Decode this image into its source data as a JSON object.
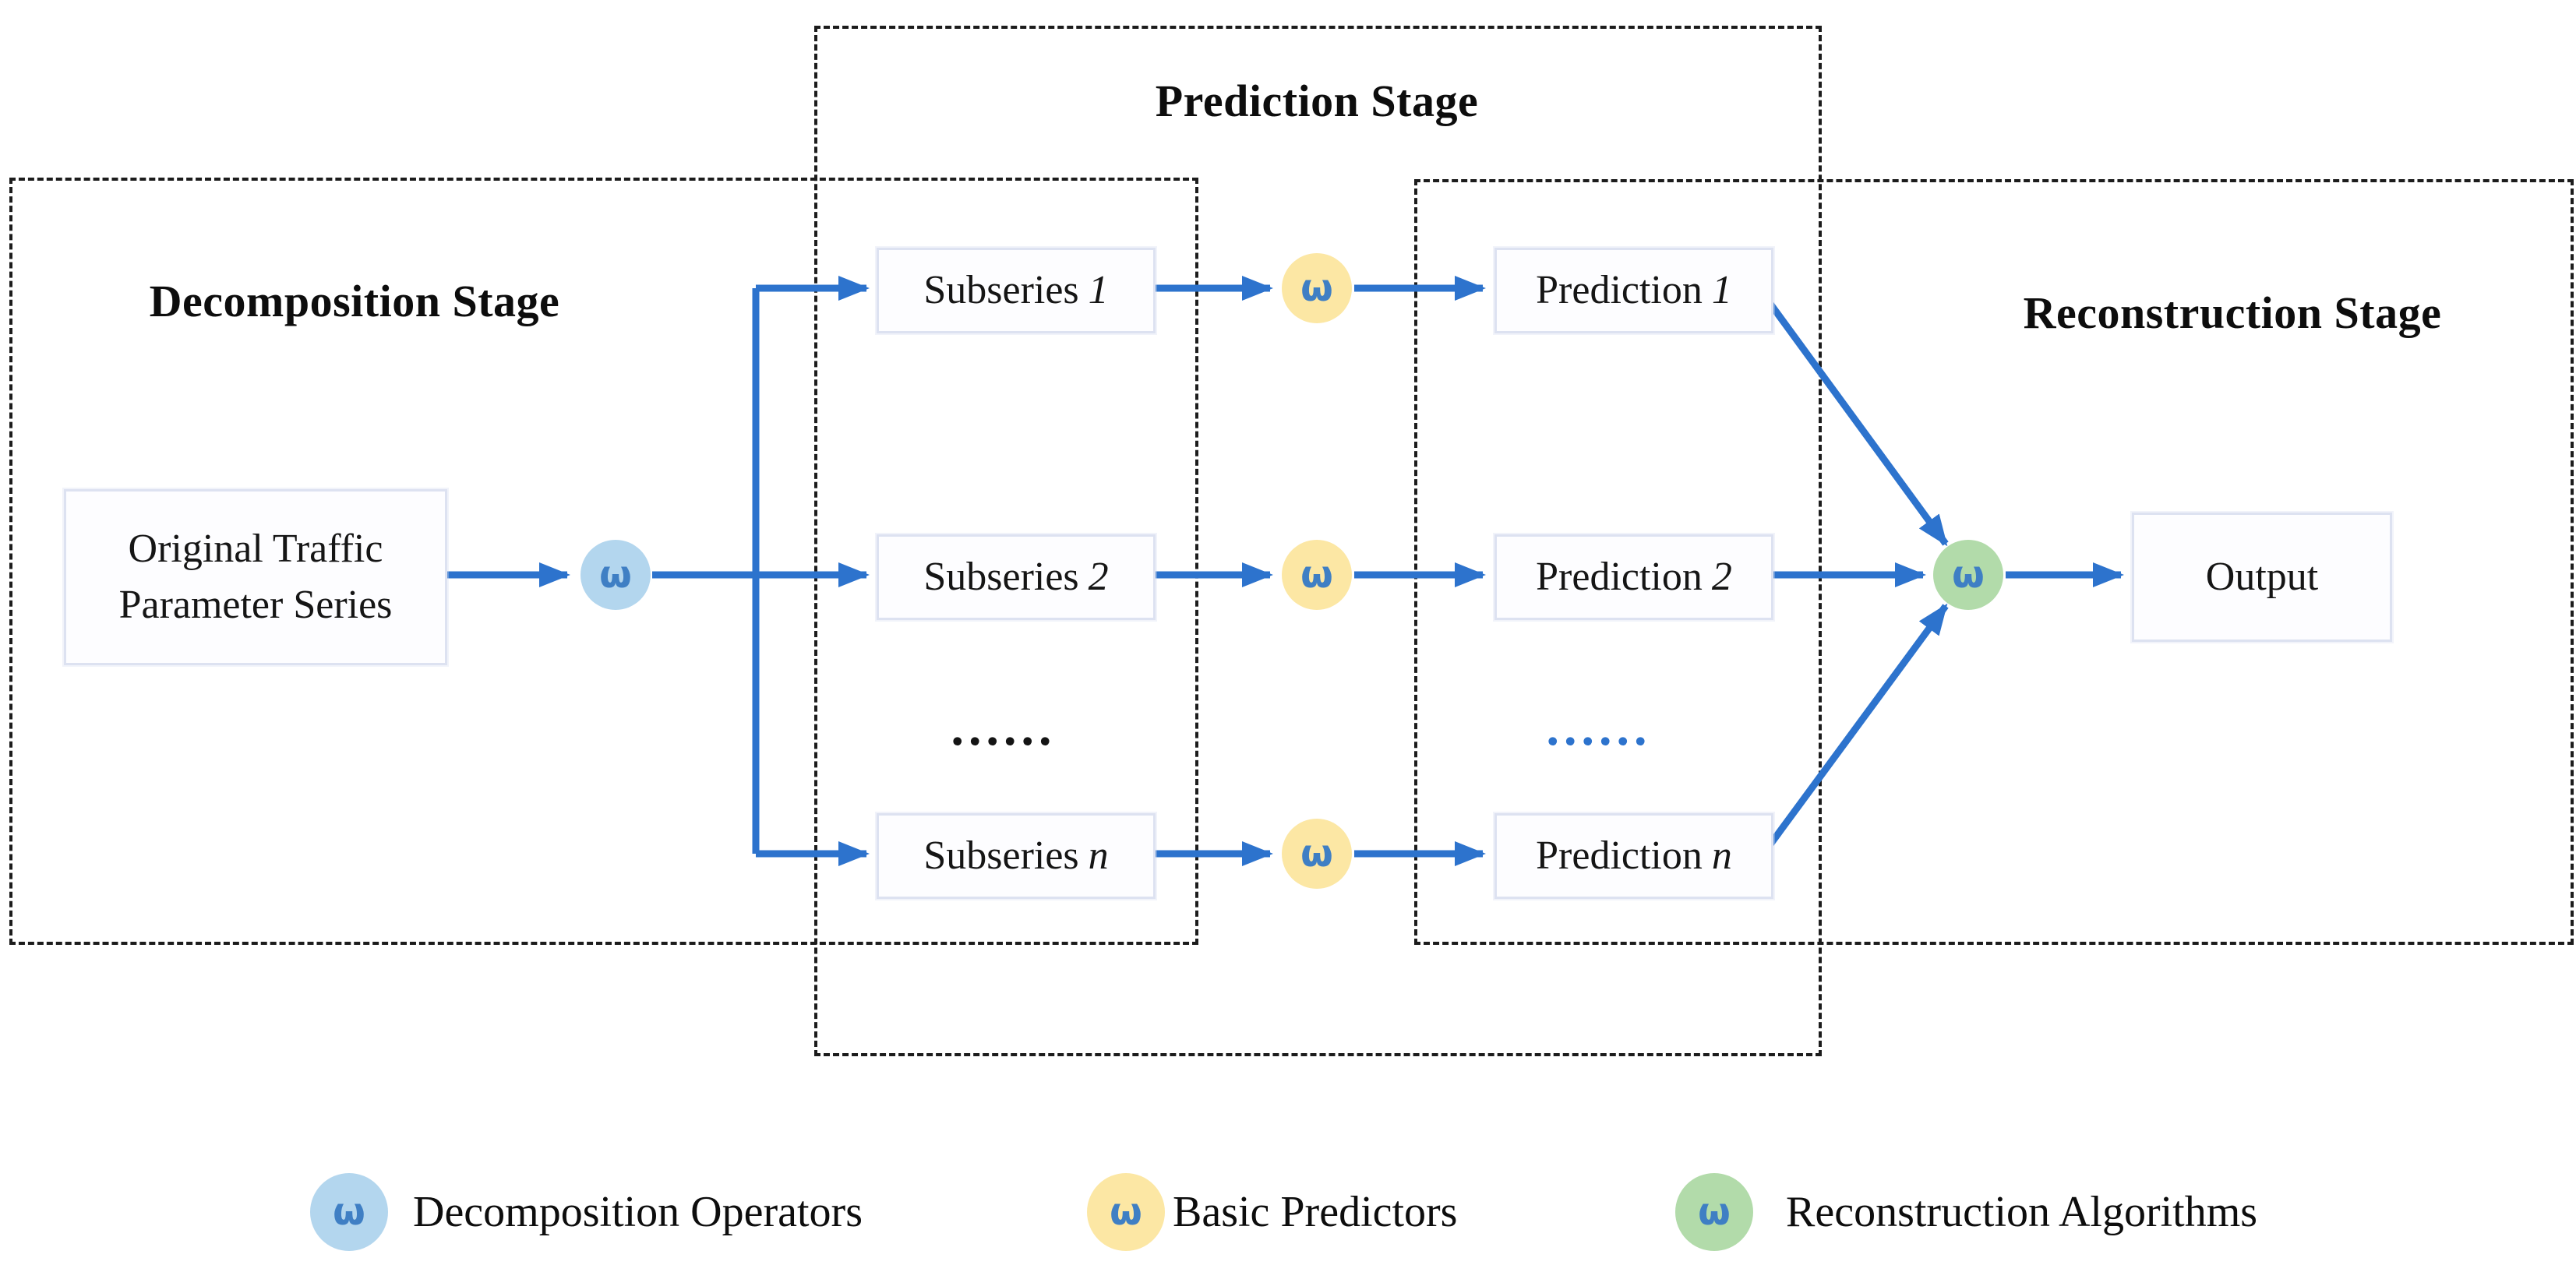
{
  "stages": {
    "decomposition": {
      "title": "Decomposition Stage"
    },
    "prediction": {
      "title": "Prediction Stage"
    },
    "reconstruction": {
      "title": "Reconstruction Stage"
    }
  },
  "flow": {
    "input": {
      "line1": "Original Traffic",
      "line2": "Parameter Series"
    },
    "subseries": [
      {
        "name": "Subseries",
        "index": "1"
      },
      {
        "name": "Subseries",
        "index": "2"
      },
      {
        "name": "Subseries",
        "index": "n"
      }
    ],
    "predictions": [
      {
        "name": "Prediction",
        "index": "1"
      },
      {
        "name": "Prediction",
        "index": "2"
      },
      {
        "name": "Prediction",
        "index": "n"
      }
    ],
    "output": "Output",
    "subseries_ellipsis": "......",
    "prediction_ellipsis": "......"
  },
  "operator_glyph": "ω",
  "legend": {
    "items": [
      {
        "label": "Decomposition Operators"
      },
      {
        "label": "Basic Predictors"
      },
      {
        "label": "Reconstruction Algorithms"
      }
    ]
  },
  "colors": {
    "arrow": "#2d73cd",
    "operator_blue": "#b3d6ee",
    "operator_yellow": "#fce7a4",
    "operator_green": "#b2dbaa",
    "glyph": "#3f7fc4"
  }
}
